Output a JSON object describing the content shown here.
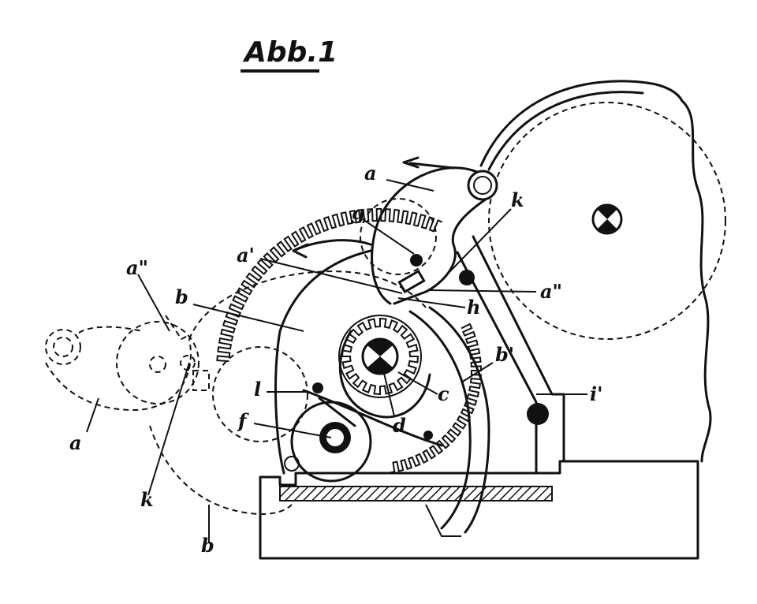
{
  "figure": {
    "title": "Abb.1"
  },
  "labels": {
    "a_top": "a",
    "a_bottom": "a",
    "a_prime": "a'",
    "a_dd_left": "a\"",
    "a_dd_right": "a\"",
    "b_top": "b",
    "b_bottom": "b",
    "b_prime": "b'",
    "c": "c",
    "d": "d",
    "f": "f",
    "g": "g",
    "h": "h",
    "i_prime": "i'",
    "k_top": "k",
    "k_bottom": "k",
    "l": "l"
  },
  "colors": {
    "ink": "#111111",
    "paper": "#ffffff"
  }
}
